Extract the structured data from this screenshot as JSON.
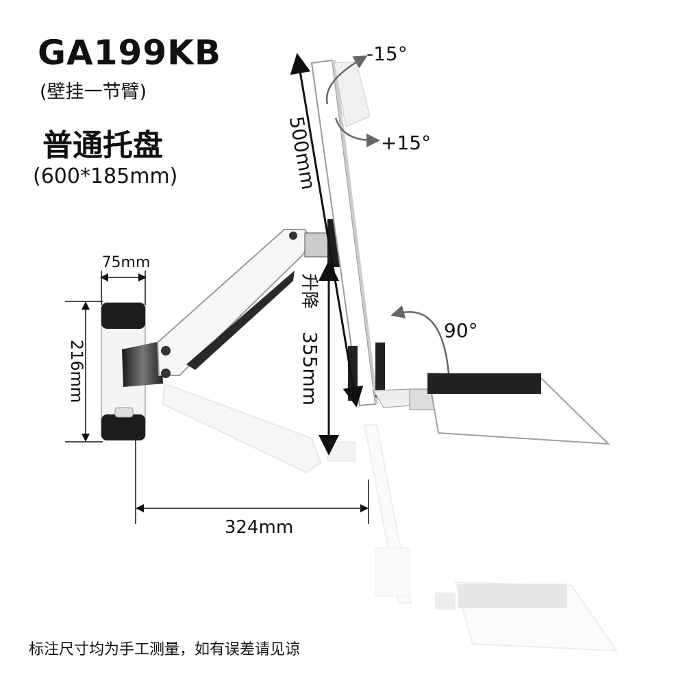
{
  "header": {
    "model": "GA199KB",
    "model_subtitle": "(壁挂一节臂)",
    "tray_type": "普通托盘",
    "tray_size": "(600*185mm)"
  },
  "dimensions": {
    "mount_width": "75mm",
    "mount_height": "216mm",
    "reach": "324mm",
    "display_height": "500mm",
    "lift_travel_label": "升降",
    "lift_travel_value": "355mm",
    "tilt_up": "-15°",
    "tilt_down": "+15°",
    "tray_fold": "90°"
  },
  "footer": {
    "note": "标注尺寸均为手工测量，如有误差请见谅"
  }
}
